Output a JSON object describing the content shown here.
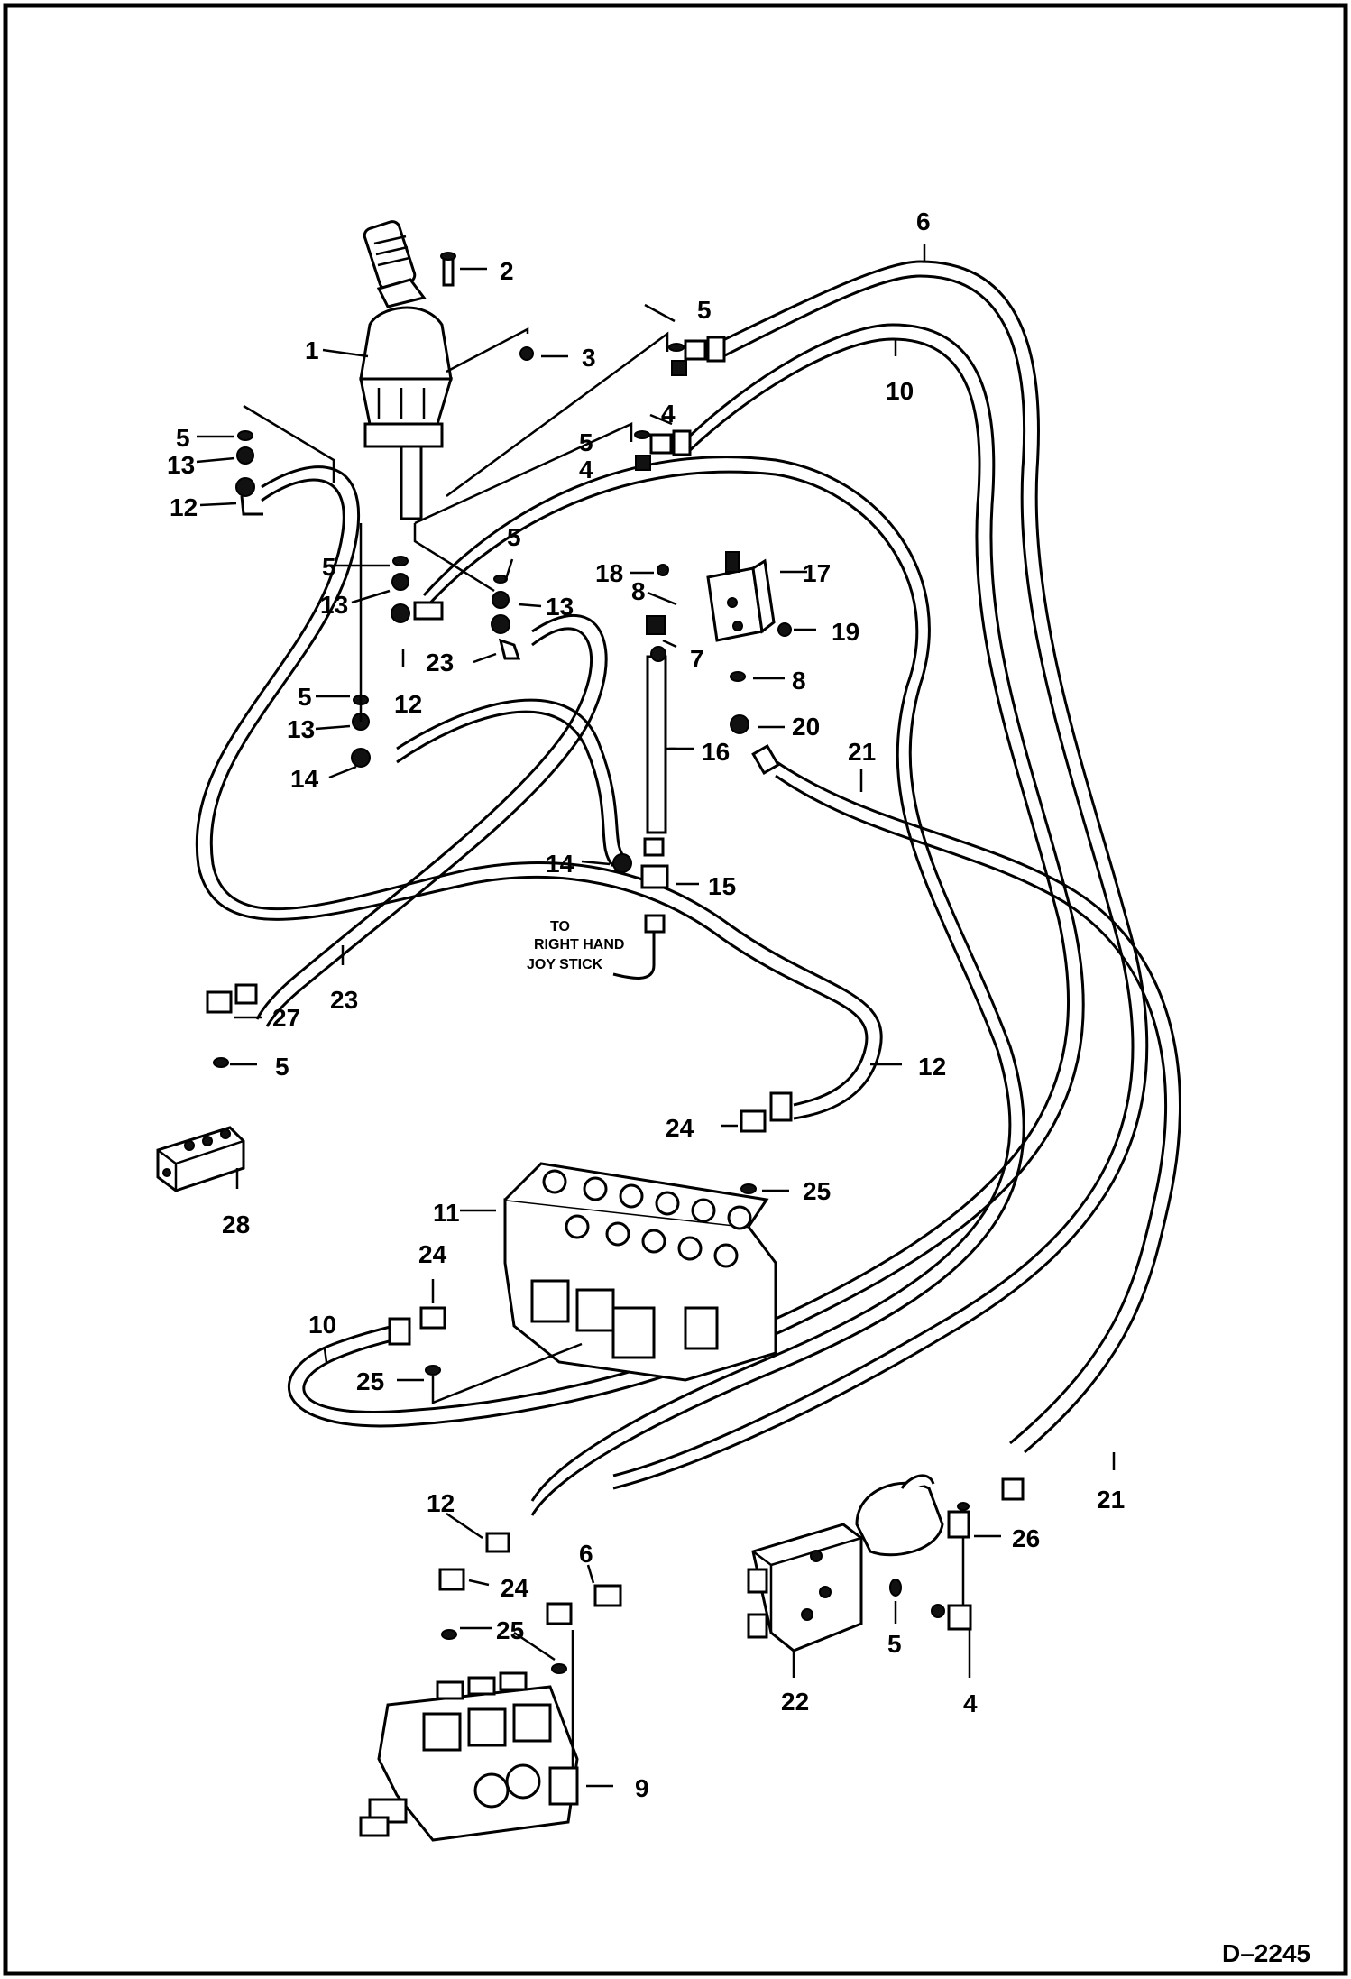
{
  "diagram_code": "D–2245",
  "note": {
    "line1": "TO",
    "line2": "RIGHT HAND",
    "line3": "JOY STICK"
  },
  "callouts": {
    "n1": "1",
    "n2": "2",
    "n3": "3",
    "n4": "4",
    "n5": "5",
    "n6": "6",
    "n7": "7",
    "n8": "8",
    "n9": "9",
    "n10": "10",
    "n11": "11",
    "n12": "12",
    "n13": "13",
    "n14": "14",
    "n15": "15",
    "n16": "16",
    "n17": "17",
    "n18": "18",
    "n19": "19",
    "n20": "20",
    "n21": "21",
    "n22": "22",
    "n23": "23",
    "n24": "24",
    "n25": "25",
    "n26": "26",
    "n27": "27",
    "n28": "28"
  }
}
